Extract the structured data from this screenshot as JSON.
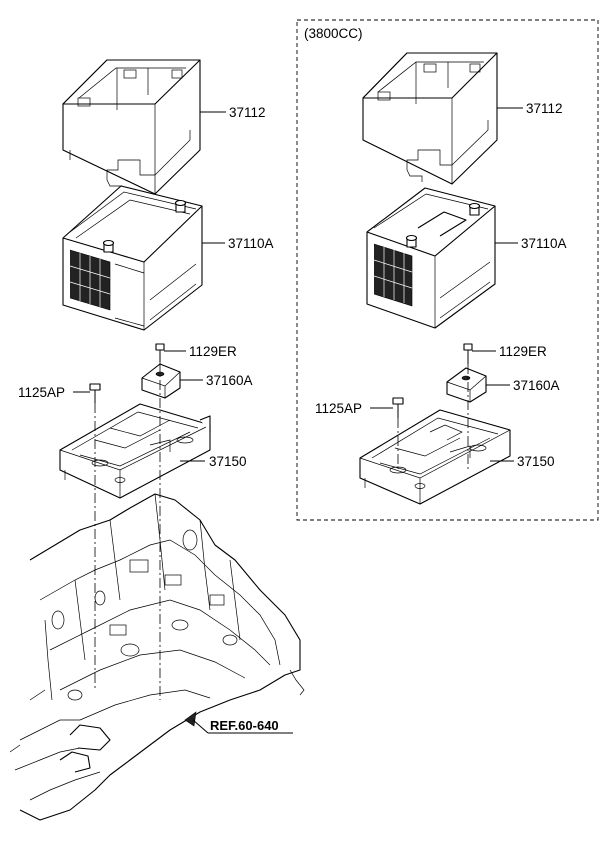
{
  "variant_label": "(3800CC)",
  "left": {
    "box_cover": "37112",
    "battery": "37110A",
    "bolt_clamp": "1129ER",
    "clamp": "37160A",
    "bolt_tray": "1125AP",
    "tray": "37150"
  },
  "right": {
    "box_cover": "37112",
    "battery": "37110A",
    "bolt_clamp": "1129ER",
    "clamp": "37160A",
    "bolt_tray": "1125AP",
    "tray": "37150"
  },
  "reference": "REF.60-640"
}
